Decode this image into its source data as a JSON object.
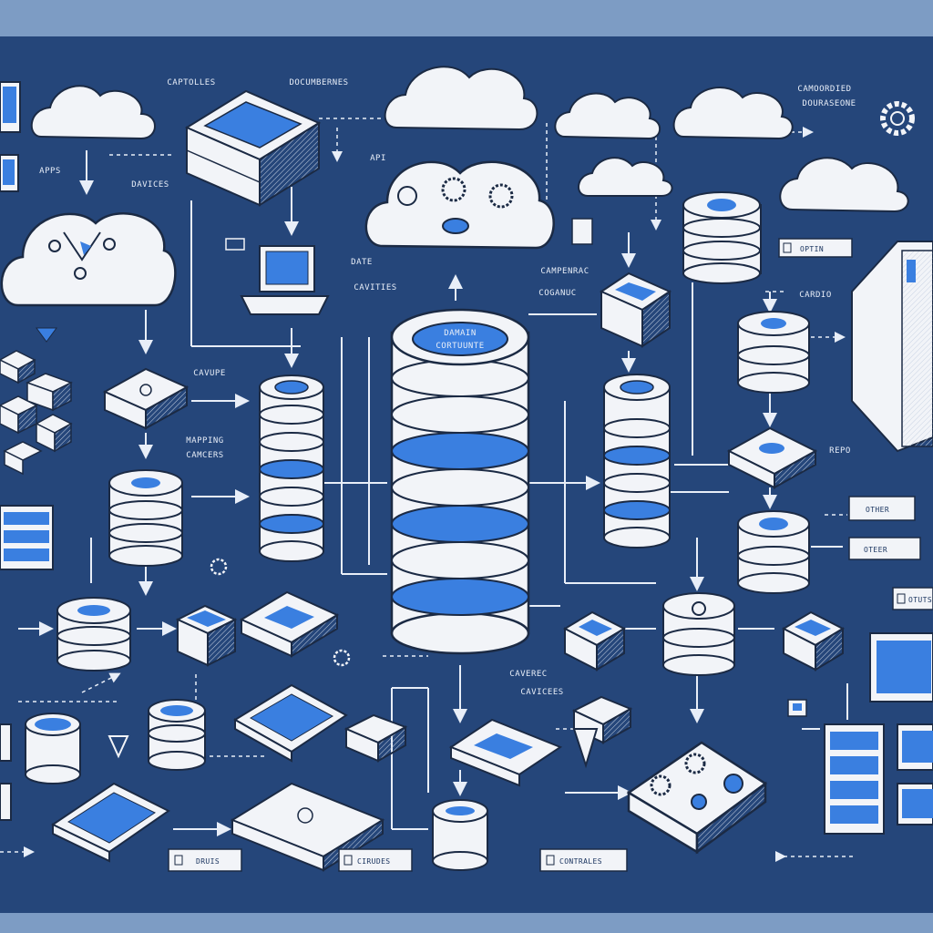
{
  "colors": {
    "background_frame": "#6f8fb8",
    "board": "#25467a",
    "ink_light": "#f2f4f8",
    "accent_blue": "#3a7fe0",
    "line": "#e8eef8"
  },
  "labels": {
    "top_1": "CAPTOLLES",
    "top_2": "DOCUMBERNES",
    "top_right": "CAMOORDIED",
    "top_right_2": "DOURASEONE",
    "apps": "APPS",
    "devices": "DAVICES",
    "api": "API",
    "date": "DATE",
    "carities": "CAVITIES",
    "carage": "CAVUPE",
    "controller": "CAMPENRAC",
    "controller_2": "COGANUC",
    "cardio": "CARDIO",
    "mapping": "MAPPING",
    "mapping_2": "CAMCERS",
    "repo": "REPO",
    "cavered": "CAVEREC",
    "cavered_2": "CAVICEES",
    "central_title": "DAMAIN",
    "central_subtitle": "CORTUUNTE",
    "box_option": "OPTIN",
    "box_other_1": "OTHER",
    "box_other_2": "OTEER",
    "box_other_3": "OTUTS",
    "box_bottom_1": "DRUIS",
    "box_bottom_2": "CIRUDES",
    "box_bottom_3": "CONTRALES"
  }
}
